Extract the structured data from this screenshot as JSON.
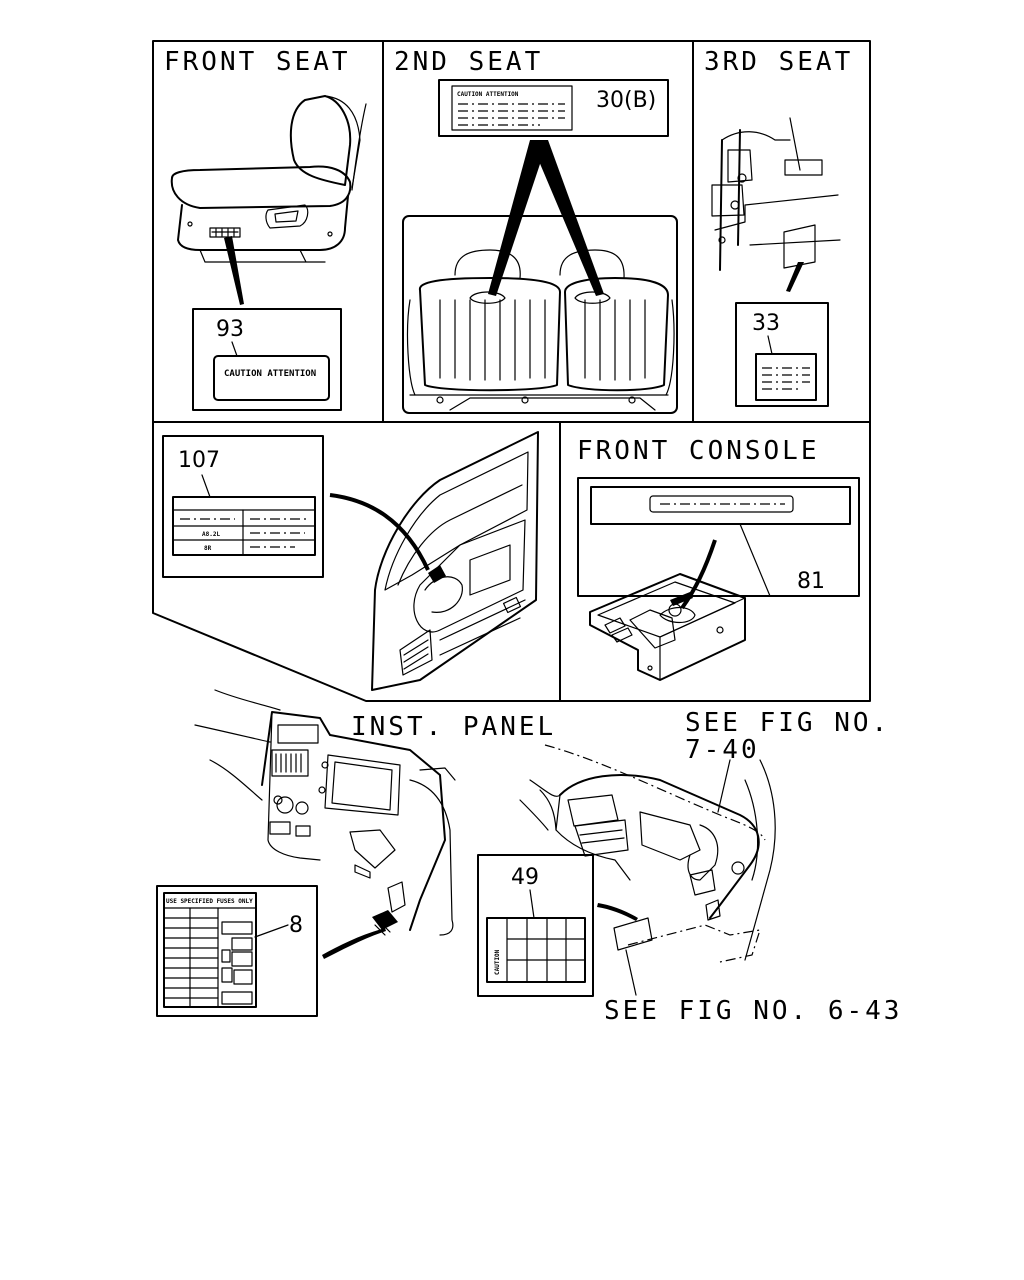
{
  "sections": {
    "front_seat": "FRONT SEAT",
    "second_seat": "2ND SEAT",
    "third_seat": "3RD SEAT",
    "front_console": "FRONT CONSOLE",
    "inst_panel": "INST. PANEL"
  },
  "references": {
    "fig_7_40_line1": "SEE FIG NO.",
    "fig_7_40_line2": "7-40",
    "fig_6_43": "SEE FIG NO. 6-43"
  },
  "callouts": {
    "c93": "93",
    "c30b": "30(B)",
    "c33": "33",
    "c107": "107",
    "c81": "81",
    "c8": "8",
    "c49": "49"
  },
  "label_text": {
    "caution_attention": "CAUTION ATTENTION",
    "caution": "CAUTION",
    "fuse_header": "USE SPECIFIED FUSES ONLY",
    "row_a": "A8.2L",
    "row_b": "8R"
  }
}
